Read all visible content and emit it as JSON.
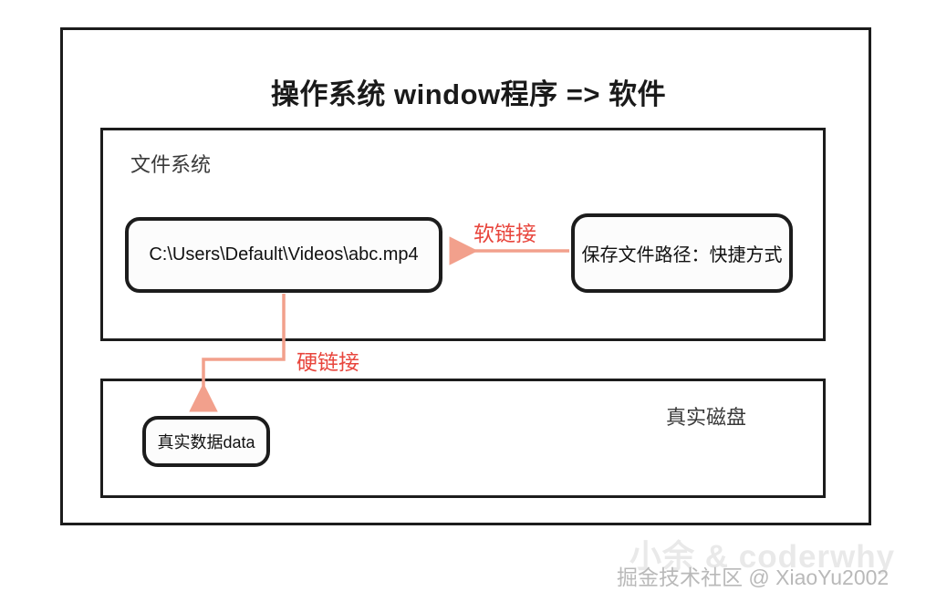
{
  "diagram": {
    "title": "操作系统 window程序 => 软件",
    "sections": [
      {
        "id": "filesystem",
        "label": "文件系统"
      },
      {
        "id": "disk",
        "label": "真实磁盘"
      }
    ],
    "nodes": [
      {
        "id": "path",
        "label": "C:\\Users\\Default\\Videos\\abc.mp4"
      },
      {
        "id": "shortcut",
        "label": "保存文件路径：快捷方式"
      },
      {
        "id": "data",
        "label": "真实数据data"
      }
    ],
    "edges": [
      {
        "id": "soft-link",
        "label": "软链接",
        "from": "shortcut",
        "to": "path",
        "color": "#f2a08c"
      },
      {
        "id": "hard-link",
        "label": "硬链接",
        "from": "path",
        "to": "data",
        "color": "#f2a08c"
      }
    ],
    "colors": {
      "stroke": "#1c1c1c",
      "arrow": "#f2a08c",
      "label": "#e8453c",
      "background": "#ffffff"
    }
  },
  "watermark": {
    "background_text": "小余 & coderwhy",
    "foreground_text": "掘金技术社区 @ XiaoYu2002"
  }
}
